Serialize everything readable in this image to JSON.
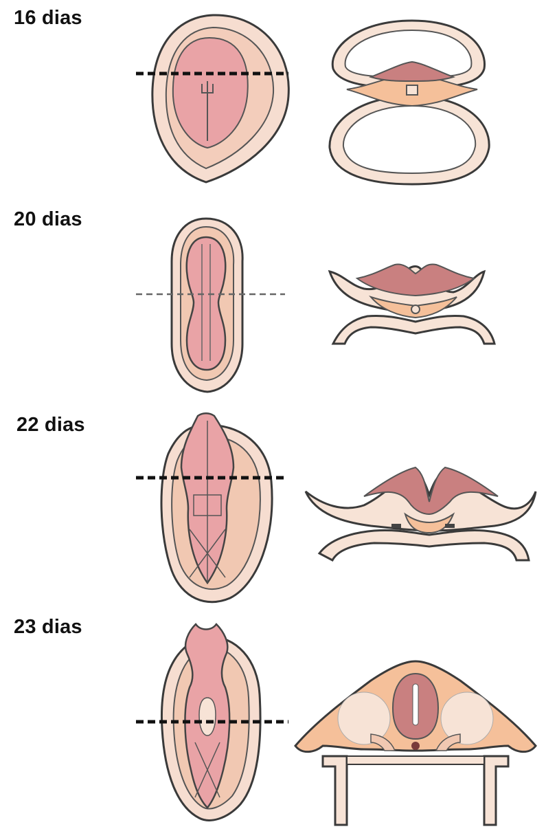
{
  "stages": [
    {
      "label": "16 dias"
    },
    {
      "label": "20 dias"
    },
    {
      "label": "22 dias"
    },
    {
      "label": "23 dias"
    }
  ],
  "colors": {
    "outline": "#3a3a3a",
    "skin_light": "#f7e3d6",
    "skin_mid": "#f1c8b2",
    "neural_pink": "#e9a0a0",
    "neural_deep": "#c98080",
    "mesoderm_orange": "#f5c09a",
    "cut_line": "#111111"
  }
}
